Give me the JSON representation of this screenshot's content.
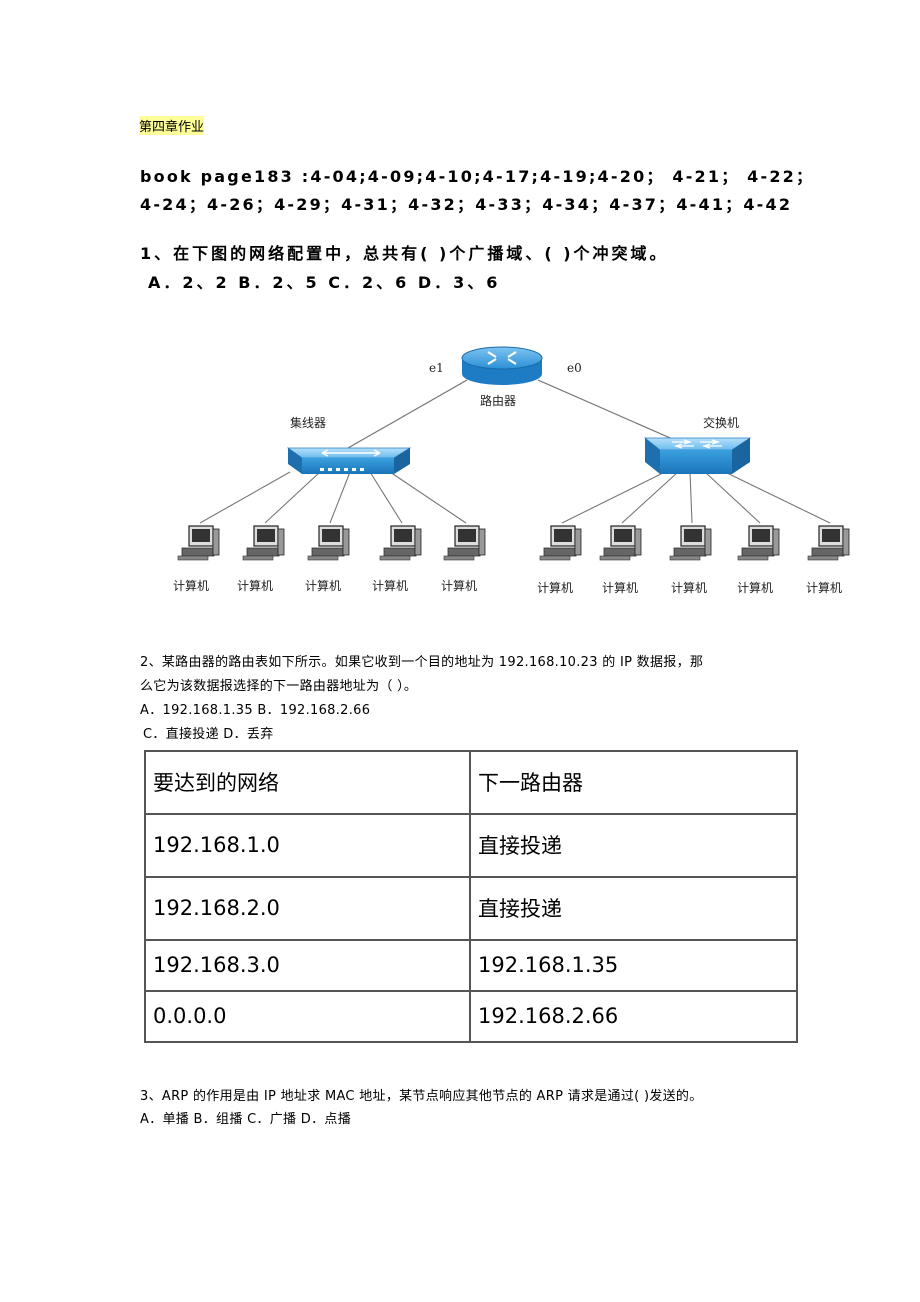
{
  "chapter_title": "第四章作业",
  "book_line_1": "book page183 :4-04;4-09;4-10;4-17;4-19;4-20； 4-21； 4-22；",
  "book_line_2": "4-24；4-26；4-29；4-31；4-32；4-33；4-34；4-37；4-41；4-42",
  "q1": {
    "stem": "1、在下图的网络配置中，总共有( )个广播域、( )个冲突域。",
    "options": "A．2、2 B．2、5  C．2、6 D．3、6"
  },
  "diagram": {
    "router_label": "路由器",
    "hub_label": "集线器",
    "switch_label": "交换机",
    "port_e1": "e1",
    "port_e0": "e0",
    "computer_label": "计算机"
  },
  "q2": {
    "line1": "2、某路由器的路由表如下所示。如果它收到一个目的地址为 192.168.10.23 的 IP 数据报，那",
    "line2": "么它为该数据报选择的下一路由器地址为（    ）。",
    "opt_ab": "A．192.168.1.35 B．192.168.2.66",
    "opt_cd": "C．直接投递     D．丢弃"
  },
  "routing_table": {
    "headers": [
      "要达到的网络",
      "下一路由器"
    ],
    "rows": [
      [
        "192.168.1.0",
        "直接投递"
      ],
      [
        "192.168.2.0",
        "直接投递"
      ],
      [
        "192.168.3.0",
        "192.168.1.35"
      ],
      [
        "0.0.0.0",
        "192.168.2.66"
      ]
    ]
  },
  "q3": {
    "stem": "3、ARP 的作用是由 IP 地址求 MAC 地址，某节点响应其他节点的 ARP 请求是通过( )发送的。",
    "options": "A．单播 B．组播 C．广播 D．点播"
  }
}
